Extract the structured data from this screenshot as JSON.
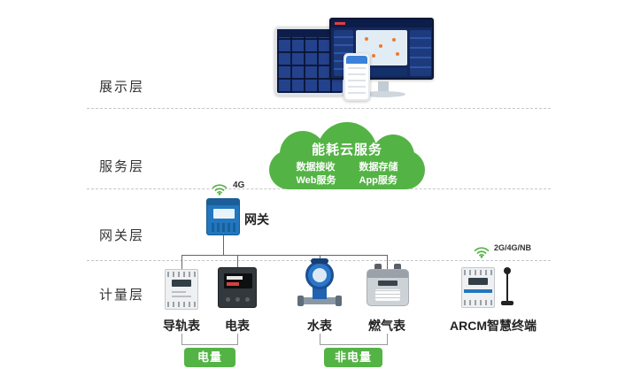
{
  "layers": [
    {
      "label": "展示层"
    },
    {
      "label": "服务层"
    },
    {
      "label": "网关层"
    },
    {
      "label": "计量层"
    }
  ],
  "cloud": {
    "title": "能耗云服务",
    "features": [
      [
        "数据接收",
        "Web服务"
      ],
      [
        "数据存储",
        "App服务"
      ]
    ]
  },
  "gateway": {
    "label": "网关",
    "network": "4G"
  },
  "devices": [
    {
      "label": "导轨表"
    },
    {
      "label": "电表"
    },
    {
      "label": "水表"
    },
    {
      "label": "燃气表"
    },
    {
      "label": "ARCM智慧终端",
      "network": "2G/4G/NB"
    }
  ],
  "groups": [
    {
      "label": "电量"
    },
    {
      "label": "非电量"
    }
  ],
  "icons": {
    "gateway_signal": "wifi-icon",
    "arcm_signal": "wifi-icon"
  },
  "colors": {
    "green": "#54b345",
    "gateway_blue": "#2277be",
    "water_blue": "#1e62b0",
    "connector": "#666666",
    "dashed_separator": "#c6c6c6"
  }
}
